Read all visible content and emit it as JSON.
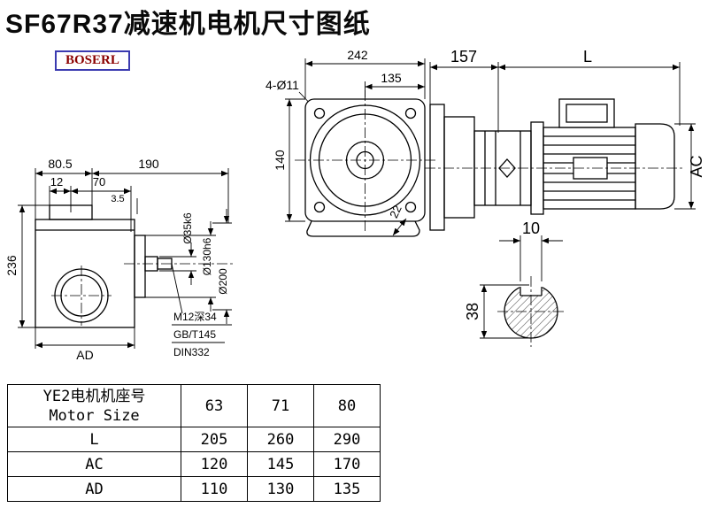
{
  "page": {
    "title": "SF67R37减速机电机尺寸图纸",
    "brand": "BOSERL"
  },
  "colors": {
    "line": "#000000",
    "logo_border": "#3b3bb0",
    "logo_text": "#8b0000"
  },
  "side_view": {
    "dim_80_5": "80.5",
    "dim_190": "190",
    "dim_12": "12",
    "dim_70": "70",
    "dim_3_5": "3.5",
    "dim_236": "236",
    "dim_ad": "AD",
    "dia_shaft": "Ø35k6",
    "dia_spigot": "Ø130h6",
    "dia_flange": "Ø200",
    "note_tap": "M12深34",
    "note_std_1": "GB/T145",
    "note_std_2": "DIN332"
  },
  "front_view": {
    "dim_242": "242",
    "dim_135": "135",
    "holes_label": "4-Ø11",
    "dim_140": "140",
    "dim_22": "22"
  },
  "motor_view": {
    "dim_157": "157",
    "dim_l": "L",
    "dim_ac": "AC"
  },
  "shaft_view": {
    "dim_key_width": "10",
    "dim_shaft_dia": "38"
  },
  "table": {
    "header": {
      "title_cn": "YE2电机机座号",
      "title_en": "Motor Size",
      "sizes": [
        "63",
        "71",
        "80"
      ]
    },
    "rows": [
      {
        "label": "L",
        "values": [
          "205",
          "260",
          "290"
        ]
      },
      {
        "label": "AC",
        "values": [
          "120",
          "145",
          "170"
        ]
      },
      {
        "label": "AD",
        "values": [
          "110",
          "130",
          "135"
        ]
      }
    ]
  }
}
